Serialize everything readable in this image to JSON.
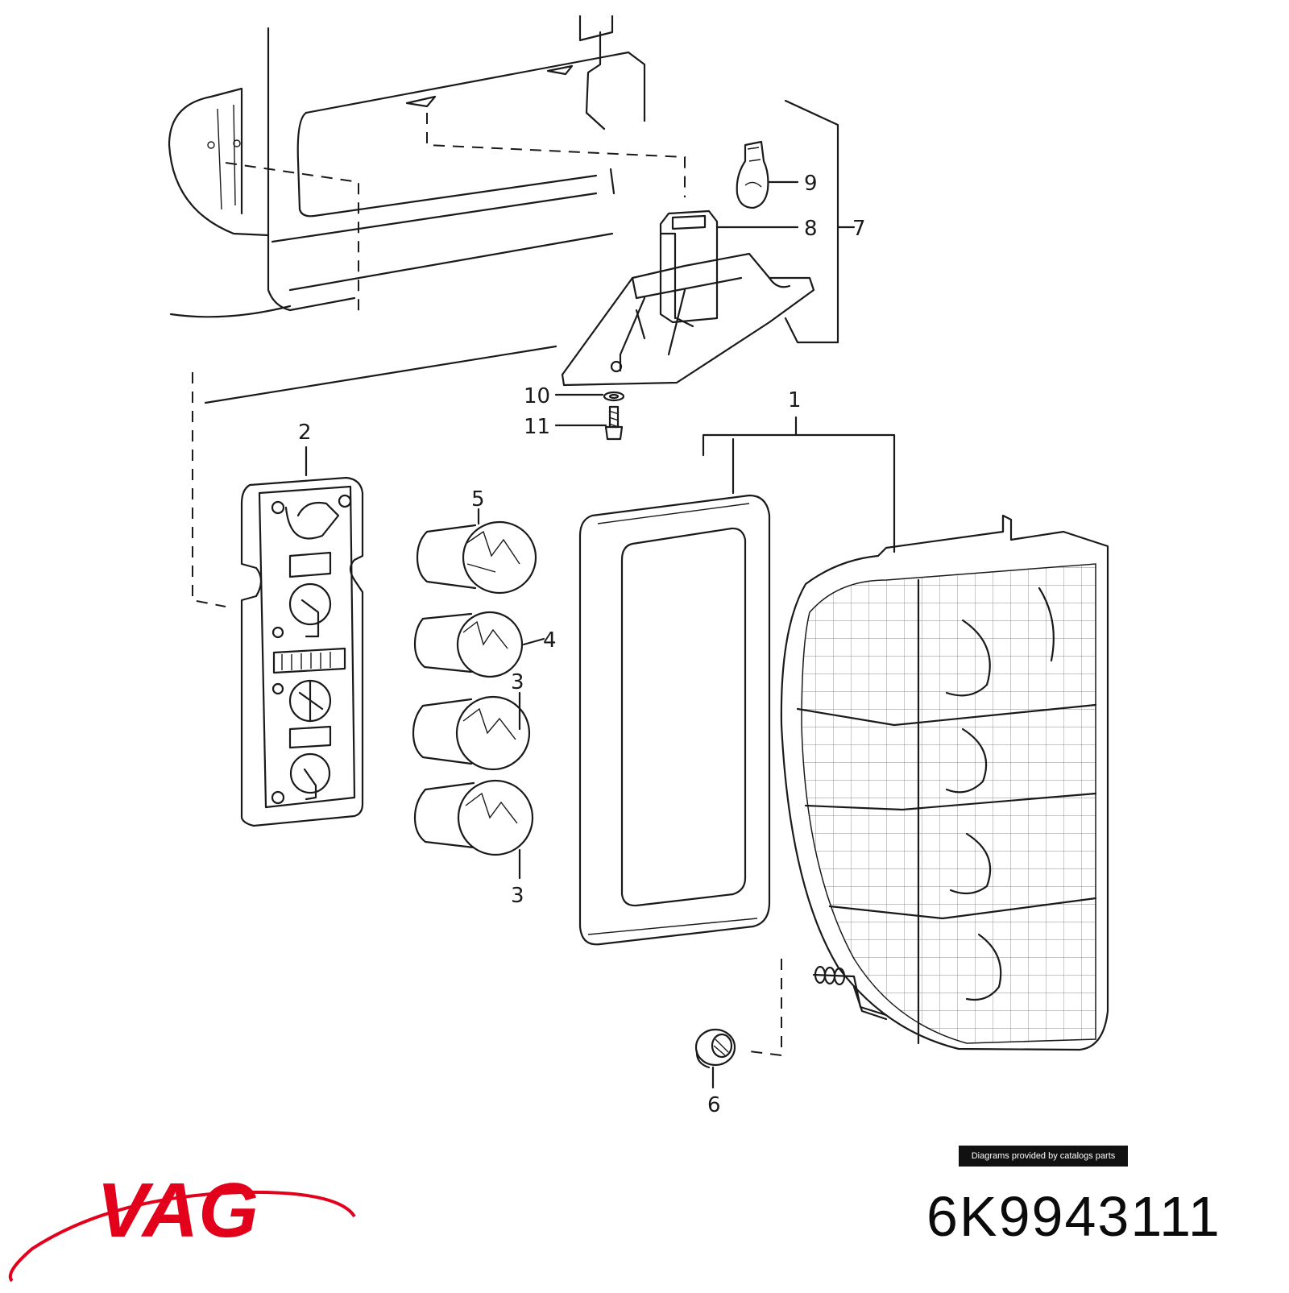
{
  "diagram": {
    "callouts": {
      "c1": "1",
      "c2": "2",
      "c3a": "3",
      "c3b": "3",
      "c4": "4",
      "c5": "5",
      "c6": "6",
      "c7": "7",
      "c8": "8",
      "c9": "9",
      "c10": "10",
      "c11": "11"
    }
  },
  "footer": {
    "credit": "Diagrams provided by catalogs parts",
    "part_number": "6K9943111",
    "brand": "VAG",
    "brand_color": "#e3001b"
  }
}
